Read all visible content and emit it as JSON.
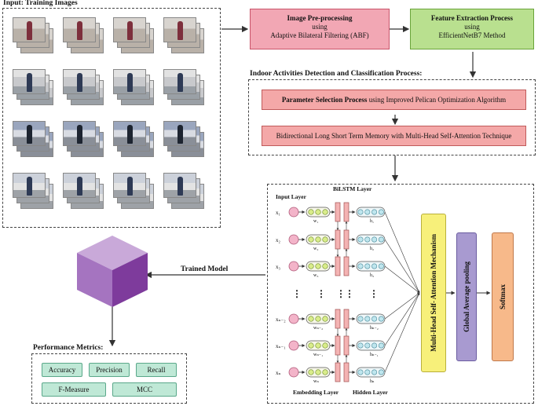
{
  "input_panel": {
    "title": "Input: Training Images"
  },
  "preprocessing": {
    "title": "Image Pre-processing",
    "line2": "using",
    "line3": "Adaptive Bilateral Filtering (ABF)"
  },
  "feature_extraction": {
    "title": "Feature Extraction Process",
    "line2": "using",
    "line3": "EfficientNetB7 Method"
  },
  "detection": {
    "title": "Indoor Activities Detection and Classification Process:",
    "param_bold": "Parameter Selection Process",
    "param_rest": " using Improved Pelican Optimization Algorithm",
    "bilstm": "Bidirectional Long Short Term Memory with Multi-Head Self-Attention Technique"
  },
  "architecture": {
    "input_layer": "Input Layer",
    "bilstm_layer": "BiLSTM Layer",
    "embedding_layer": "Embedding Layer",
    "hidden_layer": "Hidden Layer",
    "attention": "Multi-Head Self- Attention Mechanism",
    "pooling": "Global Average pooling",
    "softmax": "Softmax",
    "inputs": [
      "x₁",
      "x₂",
      "x₃",
      "xₙ₋₂",
      "xₙ₋₁",
      "xₙ"
    ],
    "weights": [
      "w₁",
      "w₂",
      "w₃",
      "wₙ₋₂",
      "wₙ₋₁",
      "wₙ"
    ],
    "hidden": [
      "h₁",
      "h₂",
      "h₃",
      "hₙ₋₂",
      "hₙ₋₁",
      "hₙ"
    ],
    "ellipsis": "⋮"
  },
  "trained_model": {
    "label": "Trained Model"
  },
  "metrics": {
    "title": "Performance Metrics:",
    "items": [
      "Accuracy",
      "Precision",
      "Recall",
      "F-Measure",
      "MCC"
    ]
  },
  "colors": {
    "pink": "#f2a7b4",
    "green": "#b9e08f",
    "salmon": "#f4a8a8",
    "teal": "#bfe8d6",
    "yellow": "#f7f07a",
    "purple": "#a89ad0",
    "orange": "#f7b98a",
    "cube": "#8c4aa8"
  }
}
